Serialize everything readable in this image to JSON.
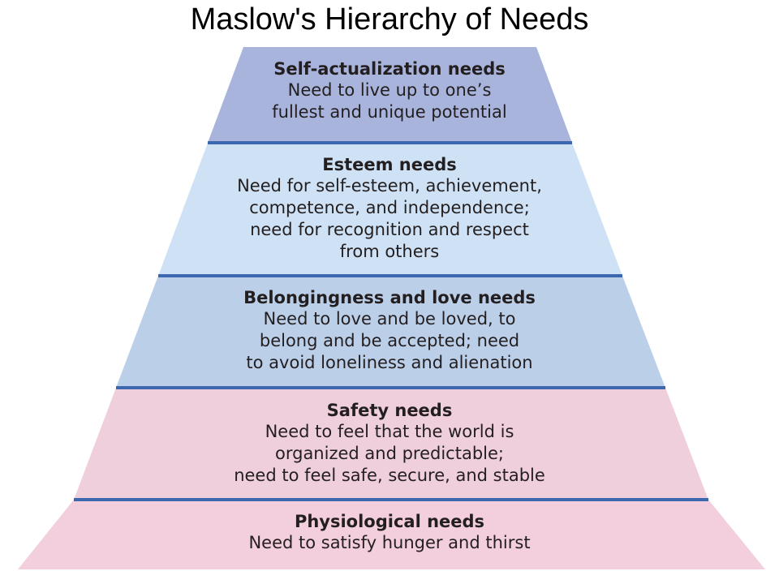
{
  "title": "Maslow's Hierarchy of Needs",
  "colors": {
    "self_actualization": "#a9b4dd",
    "esteem": "#cfe2f5",
    "belongingness": "#bccfe9",
    "safety": "#f0cfdd",
    "physiological": "#f3cedc",
    "divider": "#3d67ae",
    "text": "#231f20"
  },
  "levels": [
    {
      "heading": "Self-actualization needs",
      "lines": [
        "Need to live up to one’s",
        "fullest and unique potential"
      ]
    },
    {
      "heading": "Esteem needs",
      "lines": [
        "Need for self-esteem, achievement,",
        "competence, and independence;",
        "need for recognition and respect",
        "from others"
      ]
    },
    {
      "heading": "Belongingness and love needs",
      "lines": [
        "Need to love and be loved, to",
        "belong and be accepted; need",
        "to avoid loneliness and alienation"
      ]
    },
    {
      "heading": "Safety needs",
      "lines": [
        "Need to feel that the world is",
        "organized and predictable;",
        "need to feel safe, secure, and stable"
      ]
    },
    {
      "heading": "Physiological needs",
      "lines": [
        "Need to satisfy hunger and thirst"
      ]
    }
  ]
}
